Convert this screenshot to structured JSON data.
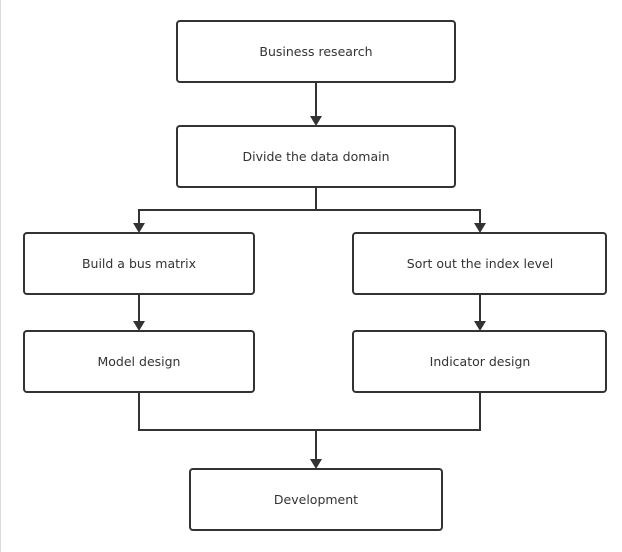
{
  "diagram": {
    "nodes": {
      "business_research": "Business research",
      "divide_data_domain": "Divide the data domain",
      "build_bus_matrix": "Build a bus matrix",
      "sort_index_level": "Sort out the index level",
      "model_design": "Model design",
      "indicator_design": "Indicator design",
      "development": "Development"
    },
    "edges": [
      {
        "from": "business_research",
        "to": "divide_data_domain"
      },
      {
        "from": "divide_data_domain",
        "to": "build_bus_matrix"
      },
      {
        "from": "divide_data_domain",
        "to": "sort_index_level"
      },
      {
        "from": "build_bus_matrix",
        "to": "model_design"
      },
      {
        "from": "sort_index_level",
        "to": "indicator_design"
      },
      {
        "from": "model_design",
        "to": "development"
      },
      {
        "from": "indicator_design",
        "to": "development"
      }
    ]
  }
}
